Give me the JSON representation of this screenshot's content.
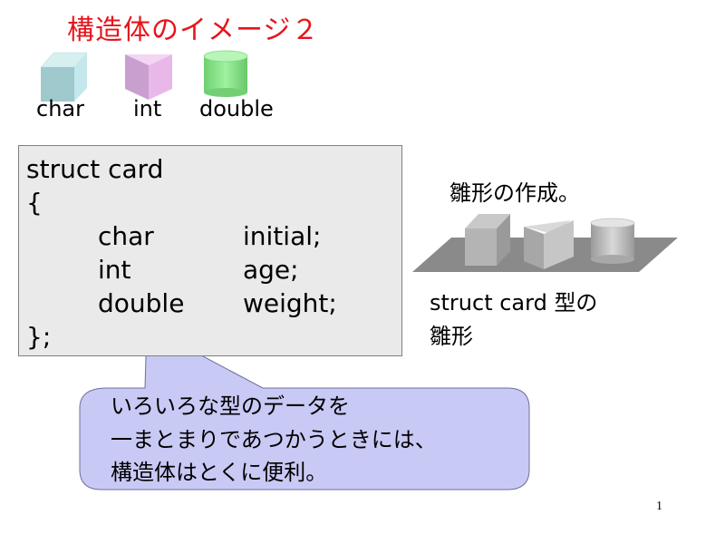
{
  "slide": {
    "title": "構造体のイメージ２",
    "page_number": "1"
  },
  "types": [
    {
      "label": "char",
      "icon": "cube-icon",
      "color": "#9fd0d0"
    },
    {
      "label": "int",
      "icon": "triangular-prism-icon",
      "color": "#e9b8e9"
    },
    {
      "label": "double",
      "icon": "cylinder-icon",
      "color": "#8fe38f"
    }
  ],
  "code": {
    "line1": "struct card",
    "open_brace": "{",
    "members": [
      {
        "type": "char",
        "name": "initial;"
      },
      {
        "type": "int",
        "name": "age;"
      },
      {
        "type": "double",
        "name": "weight;"
      }
    ],
    "close": "};"
  },
  "template_caption": "雛形の作成。",
  "struct_caption": {
    "line1": "struct card 型の",
    "line2": "雛形"
  },
  "callout": {
    "line1": "いろいろな型のデータを",
    "line2": "一まとまりであつかうときには、",
    "line3": "構造体はとくに便利。"
  }
}
